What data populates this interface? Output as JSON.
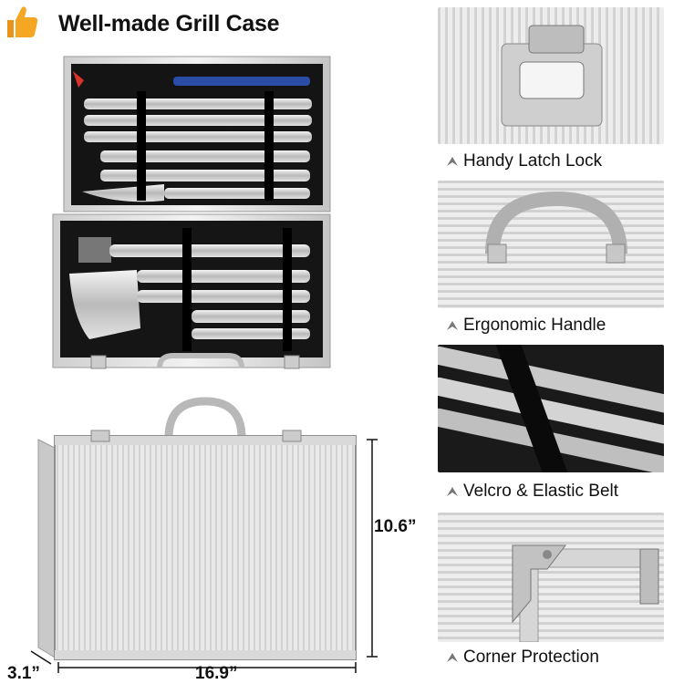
{
  "header": {
    "icon": "thumbs-up-icon",
    "title": "Well-made Grill Case",
    "accent": "#f5a623"
  },
  "features": [
    {
      "label": "Handy Latch Lock",
      "icon": "chevron-up-icon"
    },
    {
      "label": "Ergonomic Handle",
      "icon": "chevron-up-icon"
    },
    {
      "label": "Velcro & Elastic Belt",
      "icon": "chevron-up-icon"
    },
    {
      "label": "Corner Protection",
      "icon": "chevron-up-icon"
    }
  ],
  "dimensions": {
    "height": "10.6”",
    "width": "16.9”",
    "depth": "3.1”"
  }
}
